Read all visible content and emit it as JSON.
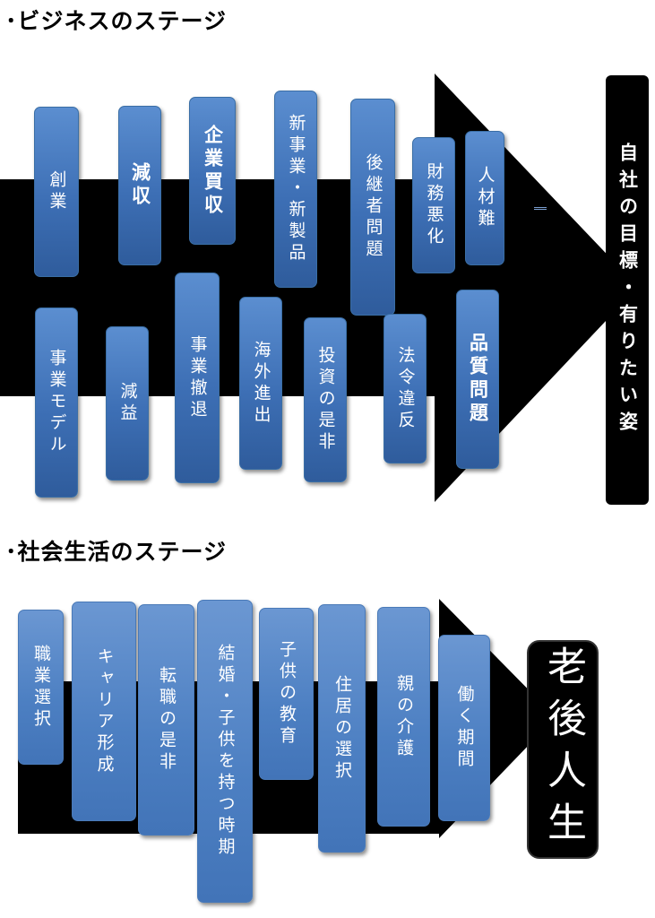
{
  "business": {
    "heading": "･ビジネスのステージ",
    "top_row": [
      {
        "label": "創業",
        "bold": false
      },
      {
        "label": "減収",
        "bold": true
      },
      {
        "label": "企業買収",
        "bold": true
      },
      {
        "label": "新事業・新製品",
        "bold": false
      },
      {
        "label": "後継者問題",
        "bold": false
      },
      {
        "label": "財務悪化",
        "bold": false
      },
      {
        "label": "人材難",
        "bold": false
      }
    ],
    "bottom_row": [
      {
        "label": "事業モデル",
        "bold": false
      },
      {
        "label": "減益",
        "bold": false
      },
      {
        "label": "事業撤退",
        "bold": false
      },
      {
        "label": "海外進出",
        "bold": false
      },
      {
        "label": "投資の是非",
        "bold": false
      },
      {
        "label": "法令違反",
        "bold": false
      },
      {
        "label": "品質問題",
        "bold": true
      }
    ],
    "goal": "自社の目標・有りたい姿"
  },
  "social": {
    "heading": "･社会生活のステージ",
    "items": [
      {
        "label": "職業選択"
      },
      {
        "label": "キャリア形成"
      },
      {
        "label": "転職の是非"
      },
      {
        "label": "結婚・子供を持つ時期"
      },
      {
        "label": "子供の教育"
      },
      {
        "label": "住居の選択"
      },
      {
        "label": "親の介護"
      },
      {
        "label": "働く期間"
      }
    ],
    "goal": "老後人生"
  },
  "colors": {
    "arrow": "#000000",
    "box": "#3d6fb5",
    "box_border": "#3a6ea5",
    "goal_bg": "#000000",
    "text": "#ffffff"
  }
}
